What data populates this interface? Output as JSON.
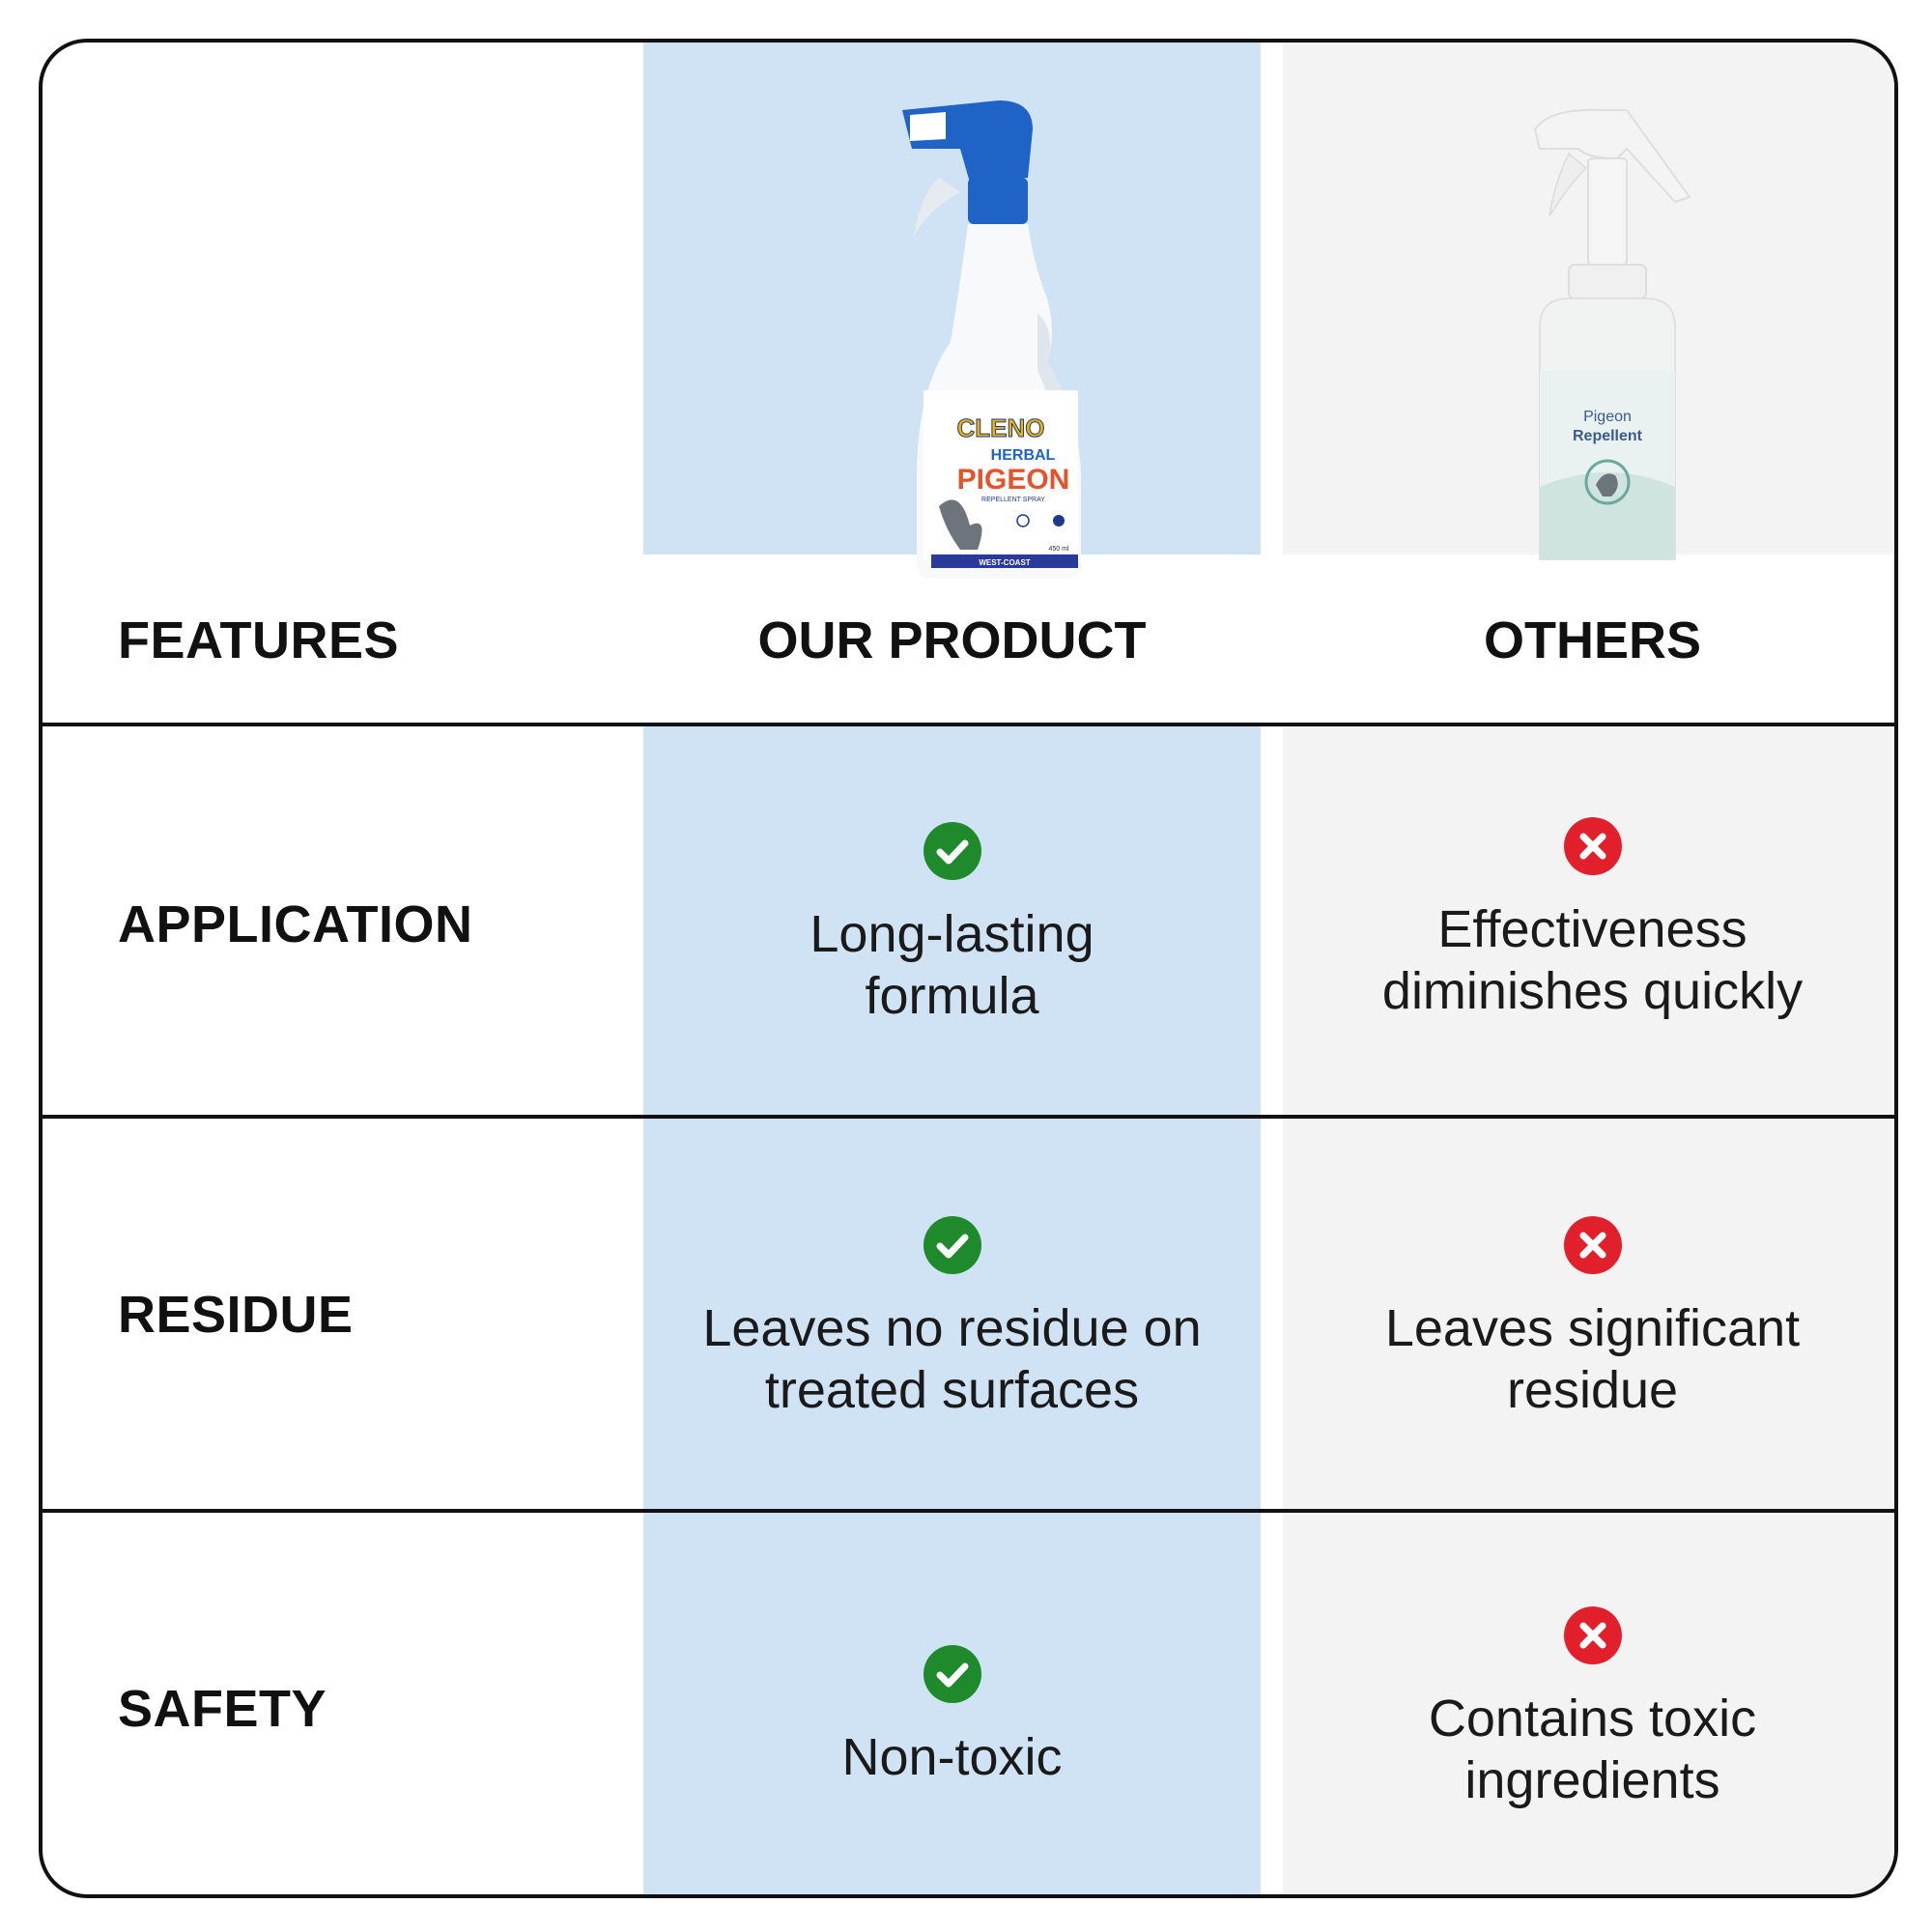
{
  "header": {
    "features": "FEATURES",
    "ours": "OUR PRODUCT",
    "others": "OTHERS"
  },
  "product_ours": {
    "brand": "CLENO",
    "line1": "HERBAL",
    "line2": "PIGEON",
    "line3": "REPELLENT SPRAY",
    "volume": "450 ml",
    "maker": "WEST-COAST"
  },
  "product_others": {
    "line1": "Pigeon",
    "line2": "Repellent"
  },
  "rows": [
    {
      "label": "APPLICATION",
      "ours": "Long-lasting formula",
      "others": "Effectiveness diminishes quickly"
    },
    {
      "label": "RESIDUE",
      "ours": "Leaves no residue on treated surfaces",
      "others": "Leaves significant residue"
    },
    {
      "label": "SAFETY",
      "ours": "Non-toxic",
      "others": "Contains toxic ingredients"
    }
  ],
  "colors": {
    "ours_bg": "#cfe3f5",
    "others_bg": "#f3f3f3",
    "check": "#1e8a2c",
    "cross": "#e2202c"
  },
  "icons": {
    "yes": "check-circle-icon",
    "no": "x-circle-icon"
  }
}
